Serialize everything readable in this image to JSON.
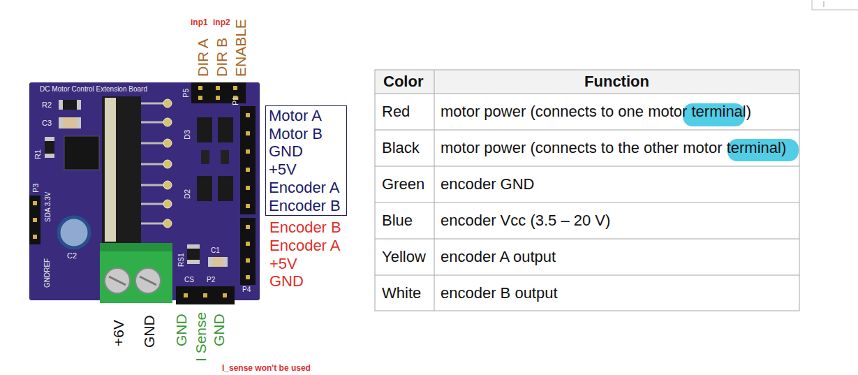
{
  "diagram": {
    "nodes": [
      {
        "text": [
          "Motor A",
          "Motor B",
          "GND",
          "+5V",
          "Encoder A",
          "Encoder B"
        ]
      }
    ],
    "labels": [
      "inp1",
      "inp2",
      "DIR A",
      "DIR B",
      "ENABLE",
      "DC Motor Control Extension Board",
      "R2",
      "C3",
      "R1",
      "P5",
      "D3",
      "P1",
      "D2",
      "P3",
      "SDA 3.3V",
      "C2",
      "GNDREF",
      "RS1",
      "C1",
      "CS",
      "P2",
      "P4",
      "Encoder B",
      "Encoder A",
      "+5V",
      "GND",
      "+6V",
      "GND",
      "GND",
      "I Sense",
      "GND",
      "I_sense won't be used",
      "Color",
      "Function",
      "Red",
      "motor power (connects to one motor terminal)",
      "Black",
      "motor power (connects to the other motor terminal)",
      "Green",
      "encoder GND",
      "Blue",
      "encoder Vcc (3.5 – 20 V)",
      "Yellow",
      "encoder A output",
      "White",
      "encoder B output"
    ]
  }
}
